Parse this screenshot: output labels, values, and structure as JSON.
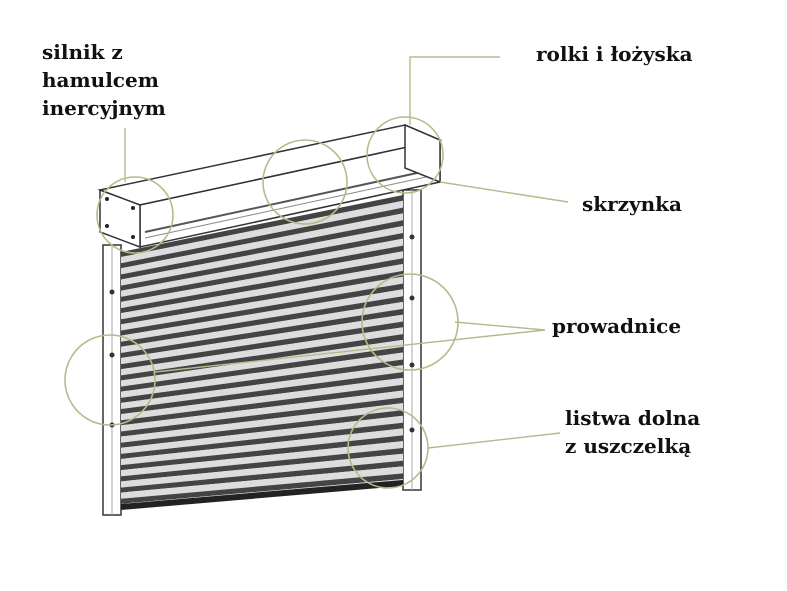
{
  "labels": {
    "motor_line1": "silnik z",
    "motor_line2": "hamulcem",
    "motor_line3": "inercyjnym",
    "rollers": "rolki i łożyska",
    "box": "skrzynka",
    "guides": "prowadnice",
    "bottom_line1": "listwa dolna",
    "bottom_line2": "z uszczelką"
  },
  "colors": {
    "outline": "#333333",
    "slat_dark": "#444444",
    "slat_light": "#dddddd",
    "callout": "#b8b98a",
    "box_face": "#ffffff"
  },
  "shutter": {
    "slat_count": 23
  }
}
